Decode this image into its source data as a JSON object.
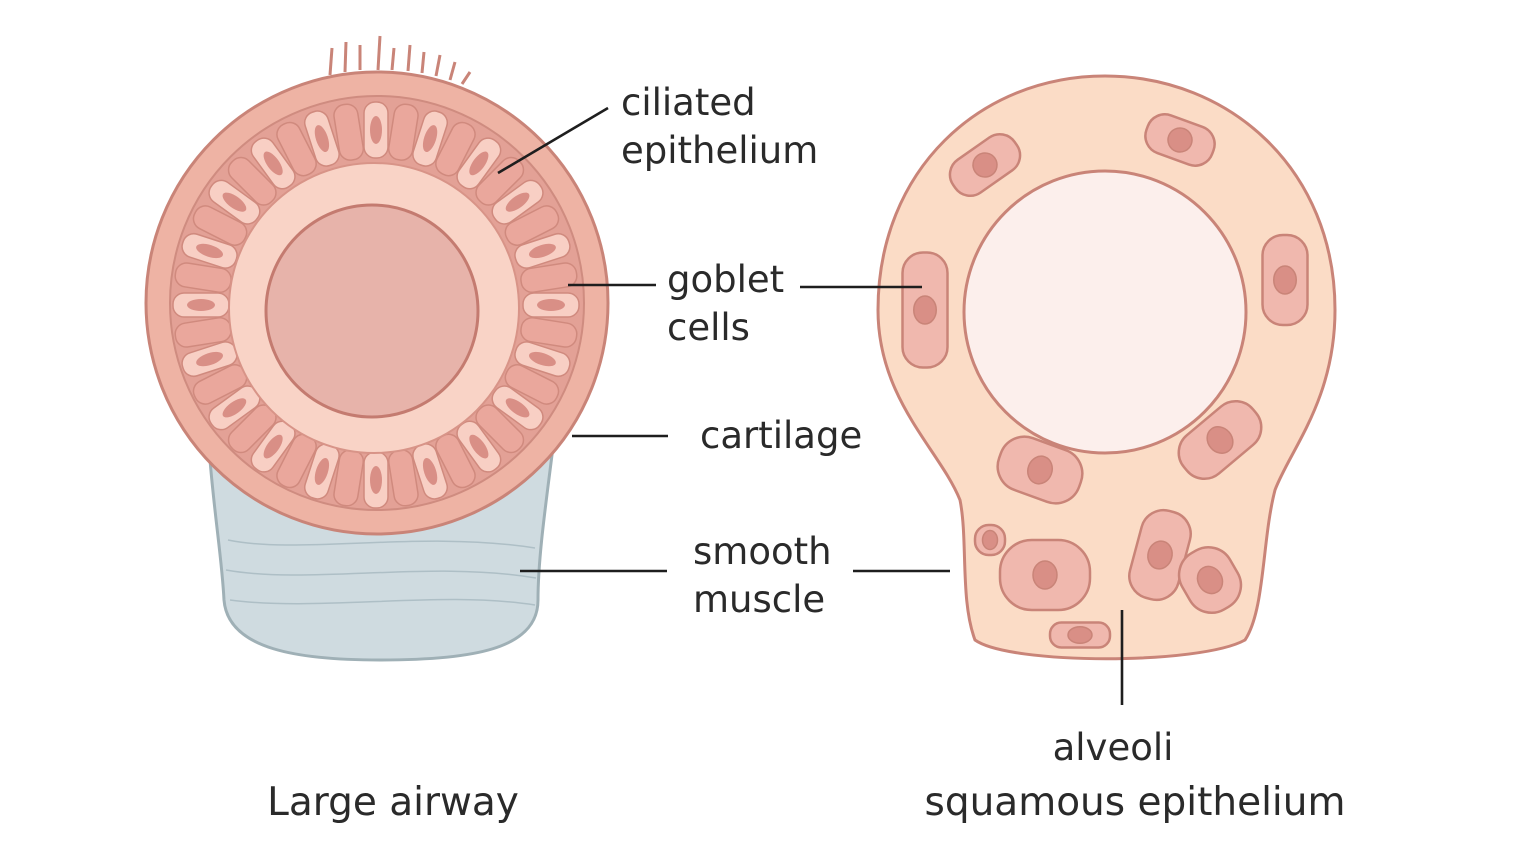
{
  "labels": {
    "ciliated_line1": "ciliated",
    "ciliated_line2": "epithelium",
    "goblet_line1": "goblet",
    "goblet_line2": "cells",
    "cartilage": "cartilage",
    "smooth_line1": "smooth",
    "smooth_line2": "muscle",
    "alveoli_line1": "alveoli",
    "alveoli_line2": "squamous epithelium"
  },
  "captions": {
    "left": "Large airway"
  },
  "colors": {
    "outer_wall": "#eeb3a4",
    "outline": "#c98478",
    "cell_light": "#f8cfc4",
    "cell_dark": "#eaa79c",
    "nucleus": "#d98f86",
    "lumen": "#e7b3aa",
    "inner_ring": "#f9d3c6",
    "muscle": "#cfdbe0",
    "muscle_edge": "#9fb0b6",
    "alveolar_matrix": "#fbdcc6",
    "alveolar_lumen": "#fcefec"
  }
}
